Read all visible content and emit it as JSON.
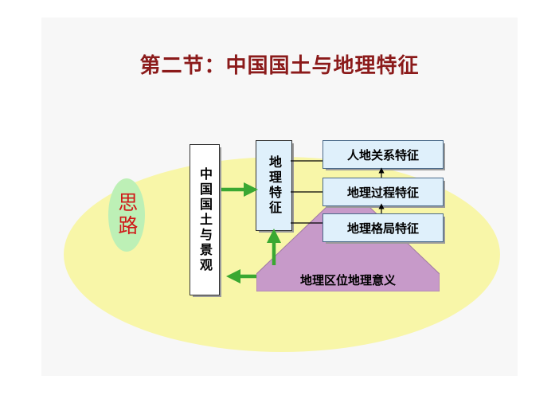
{
  "title": "第二节：中国国土与地理特征",
  "thought_label": "思路",
  "landscape_label": "中国国土与景观",
  "geo_feature_label": "地理特征",
  "features": [
    "人地关系特征",
    "地理过程特征",
    "地理格局特征"
  ],
  "significance_label": "地理区位地理意义",
  "colors": {
    "title": "#8b1a1a",
    "ellipse": "#f8f6a8",
    "thought_bg": "#bdf0b6",
    "thought_text": "#d01818",
    "box_blue": "#dff0fb",
    "arrow_green": "#3aa832",
    "trapezoid": "#c79ac9"
  }
}
